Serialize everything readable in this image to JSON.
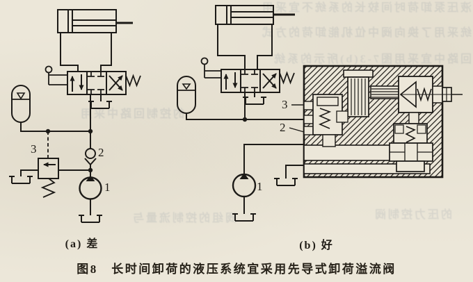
{
  "caption": "图8　长时间卸荷的液压系统宜采用先导式卸荷溢流阀",
  "left_circuit": {
    "caption": "(a) 差",
    "pump_label": "1",
    "check_valve_label": "2",
    "relief_valve_label": "3"
  },
  "right_circuit": {
    "caption": "(b) 好",
    "pump_label": "1",
    "port_label_2": "2",
    "port_label_3": "3"
  },
  "icons": [
    "hydraulic-cylinder-icon",
    "directional-valve-4-3-icon",
    "lever-icon",
    "spring-icon",
    "accumulator-icon",
    "check-valve-icon",
    "relief-valve-icon",
    "pump-icon",
    "tank-icon",
    "unloading-relief-valve-section-icon"
  ],
  "colors": {
    "paper": "#ece7d9",
    "ink": "#1c1a17"
  },
  "ghost_text": [
    "液压泵卸荷时间较长的系统不宜采用",
    "统采用了换向阀中位机能卸荷的方式",
    "回路中宜采用图7-3(b)所示的系统",
    "的控制回路中采用",
    "阀组的控制流量与",
    "的压力控制阀"
  ]
}
